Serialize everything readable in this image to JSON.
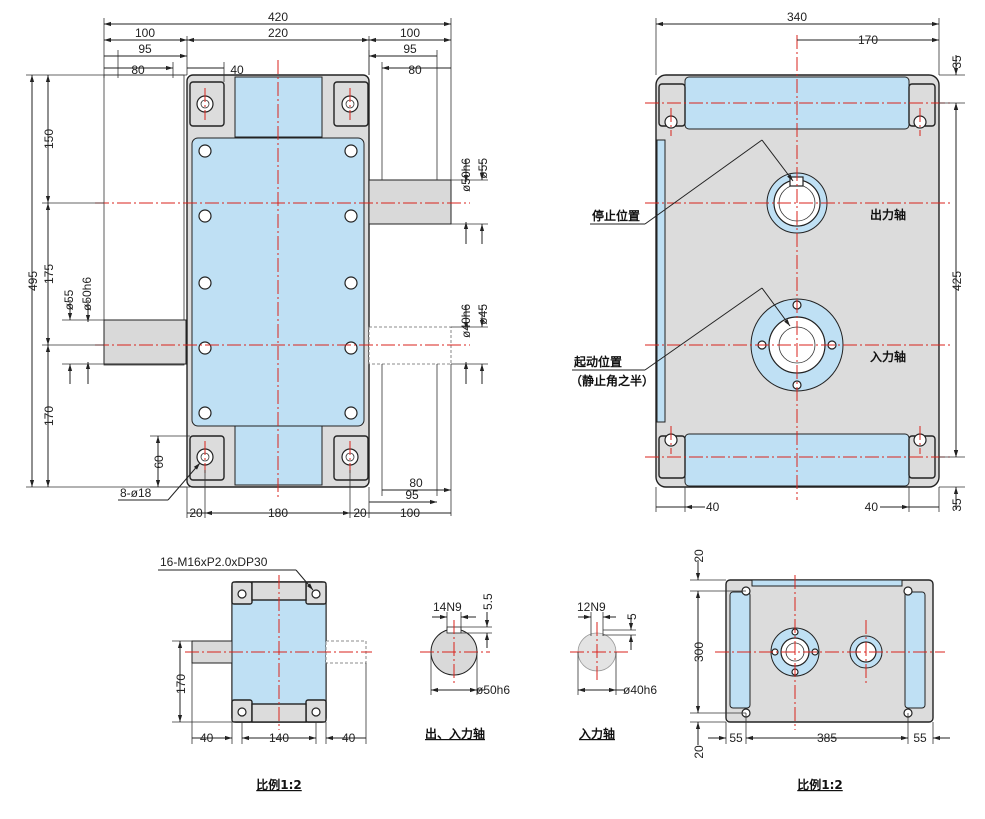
{
  "front_view": {
    "dims": {
      "d420": "420",
      "d220": "220",
      "d100_left": "100",
      "d100_right": "100",
      "d95_left": "95",
      "d95_right": "95",
      "d80_left": "80",
      "d80_right": "80",
      "d40_top": "40",
      "d495": "495",
      "d150": "150",
      "d175": "175",
      "d170": "170",
      "d60": "60",
      "phi55_left": "ø55",
      "phi50h6_left": "ø50h6",
      "phi50h6_right": "ø50h6",
      "phi55_right": "ø55",
      "phi40h6": "ø40h6",
      "phi45": "ø45",
      "holes": "8-ø18",
      "d20_a": "20",
      "d180": "180",
      "d20_b": "20",
      "d100_bottom": "100",
      "d80_bottom": "80",
      "d95_bottom": "95"
    }
  },
  "side_view": {
    "dims": {
      "d340": "340",
      "d170": "170",
      "d35_top": "35",
      "d425": "425",
      "d35_bottom": "35",
      "d40_left": "40",
      "d40_right": "40"
    },
    "labels": {
      "stop_position": "停止位置",
      "output_shaft": "出力轴",
      "start_position": "起动位置",
      "start_note": "（静止角之半）",
      "input_shaft": "入力轴"
    }
  },
  "small_front": {
    "dims": {
      "thread": "16-M16xP2.0xDP30",
      "d170": "170",
      "d40_left": "40",
      "d140": "140",
      "d40_right": "40"
    },
    "scale": "比例1:2"
  },
  "key_detail_1": {
    "dims": {
      "keyway": "14N9",
      "depth": "5.5",
      "dia": "ø50h6"
    },
    "caption": "出、入力轴"
  },
  "key_detail_2": {
    "dims": {
      "keyway": "12N9",
      "depth": "5",
      "dia": "ø40h6"
    },
    "caption": "入力轴"
  },
  "small_top": {
    "dims": {
      "d20_top": "20",
      "d300": "300",
      "d20_bottom": "20",
      "d55_left": "55",
      "d385": "385",
      "d55_right": "55"
    },
    "scale": "比例1:2"
  }
}
